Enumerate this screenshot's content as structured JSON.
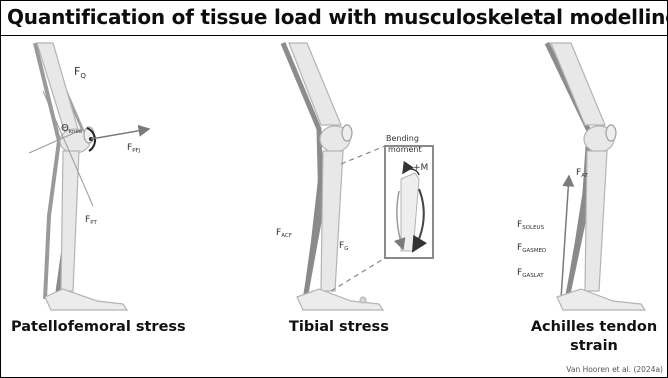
{
  "title": "Quantification of tissue load with musculoskeletal modelling",
  "panels": [
    {
      "caption": "Patellofemoral stress",
      "forces": [
        {
          "main": "F",
          "sub": "Q"
        },
        {
          "main": "Θ",
          "sub": "knee"
        },
        {
          "main": "F",
          "sub": "PFJ"
        },
        {
          "main": "F",
          "sub": "PT"
        }
      ]
    },
    {
      "caption": "Tibial stress",
      "forces": [
        {
          "main": "F",
          "sub": "ACF"
        },
        {
          "main": "F",
          "sub": "G"
        }
      ],
      "inset": {
        "title_line1": "Bending",
        "title_line2": "moment",
        "moment": "+M"
      }
    },
    {
      "caption_line1": "Achilles tendon",
      "caption_line2": "strain",
      "forces": [
        {
          "main": "F",
          "sub": "AT"
        },
        {
          "main": "F",
          "sub": "SOLEUS"
        },
        {
          "main": "F",
          "sub": "GASMED"
        },
        {
          "main": "F",
          "sub": "GASLAT"
        }
      ]
    }
  ],
  "credit": "Van Hooren et al. (2024a)",
  "colors": {
    "bone": "#e8e8e8",
    "bone_outline": "#b4b4b4",
    "muscle": "#8c8c8c",
    "arrow": "#7a7a7a",
    "arc": "#222222"
  }
}
